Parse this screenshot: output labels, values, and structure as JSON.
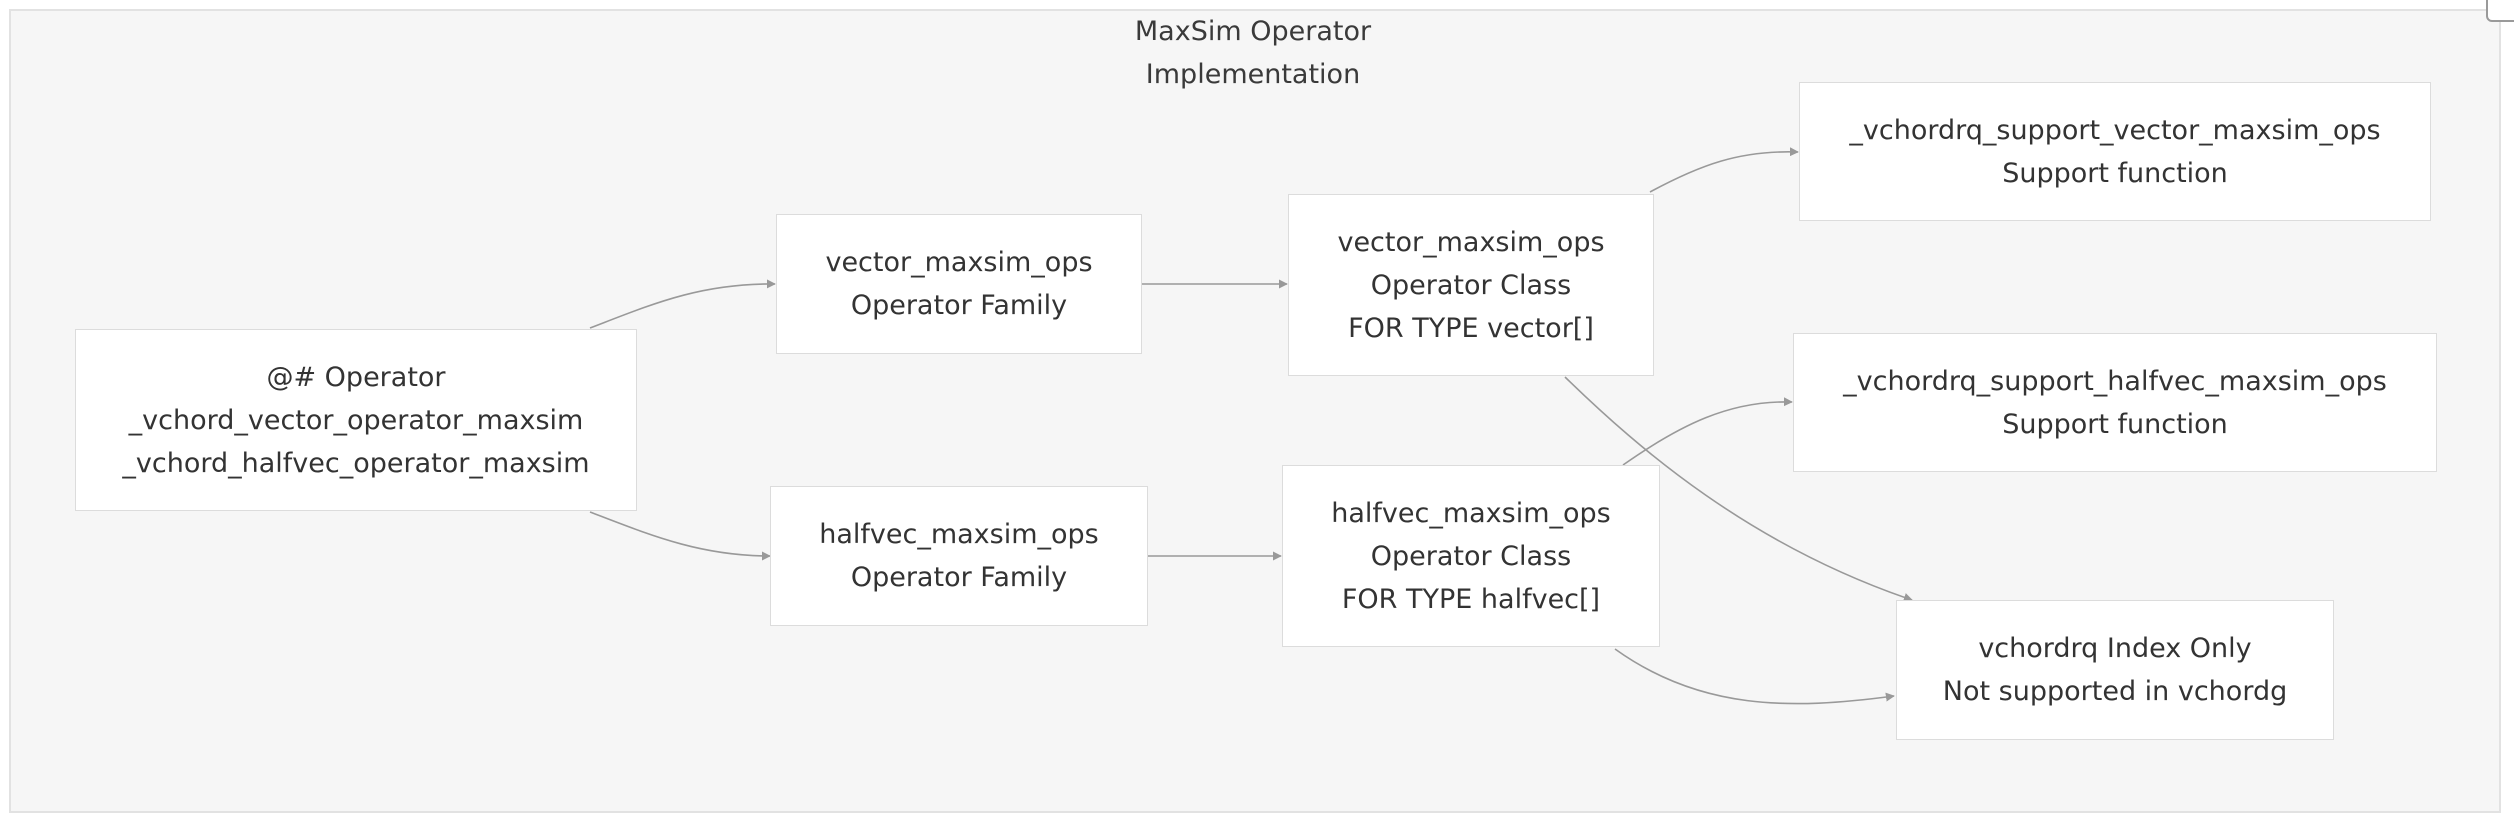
{
  "diagram": {
    "title_lines": [
      "MaxSim Operator",
      "Implementation"
    ],
    "nodes": {
      "operator": [
        "@# Operator",
        "_vchord_vector_operator_maxsim",
        "_vchord_halfvec_operator_maxsim"
      ],
      "vector_family": [
        "vector_maxsim_ops",
        "Operator Family"
      ],
      "halfvec_family": [
        "halfvec_maxsim_ops",
        "Operator Family"
      ],
      "vector_class": [
        "vector_maxsim_ops",
        "Operator Class",
        "FOR TYPE vector[]"
      ],
      "halfvec_class": [
        "halfvec_maxsim_ops",
        "Operator Class",
        "FOR TYPE halfvec[]"
      ],
      "vector_support": [
        "_vchordrq_support_vector_maxsim_ops",
        "Support function"
      ],
      "halfvec_support": [
        "_vchordrq_support_halfvec_maxsim_ops",
        "Support function"
      ],
      "index_only": [
        "vchordrq Index Only",
        "Not supported in vchordg"
      ]
    },
    "edges": [
      {
        "from": "operator",
        "to": "vector_family"
      },
      {
        "from": "operator",
        "to": "halfvec_family"
      },
      {
        "from": "vector_family",
        "to": "vector_class"
      },
      {
        "from": "halfvec_family",
        "to": "halfvec_class"
      },
      {
        "from": "vector_class",
        "to": "vector_support"
      },
      {
        "from": "vector_class",
        "to": "index_only"
      },
      {
        "from": "halfvec_class",
        "to": "halfvec_support"
      },
      {
        "from": "halfvec_class",
        "to": "index_only"
      }
    ],
    "colors": {
      "background": "#f6f6f6",
      "node_fill": "#ffffff",
      "node_border": "#dcdcdc",
      "edge": "#999999",
      "text": "#333333"
    }
  }
}
